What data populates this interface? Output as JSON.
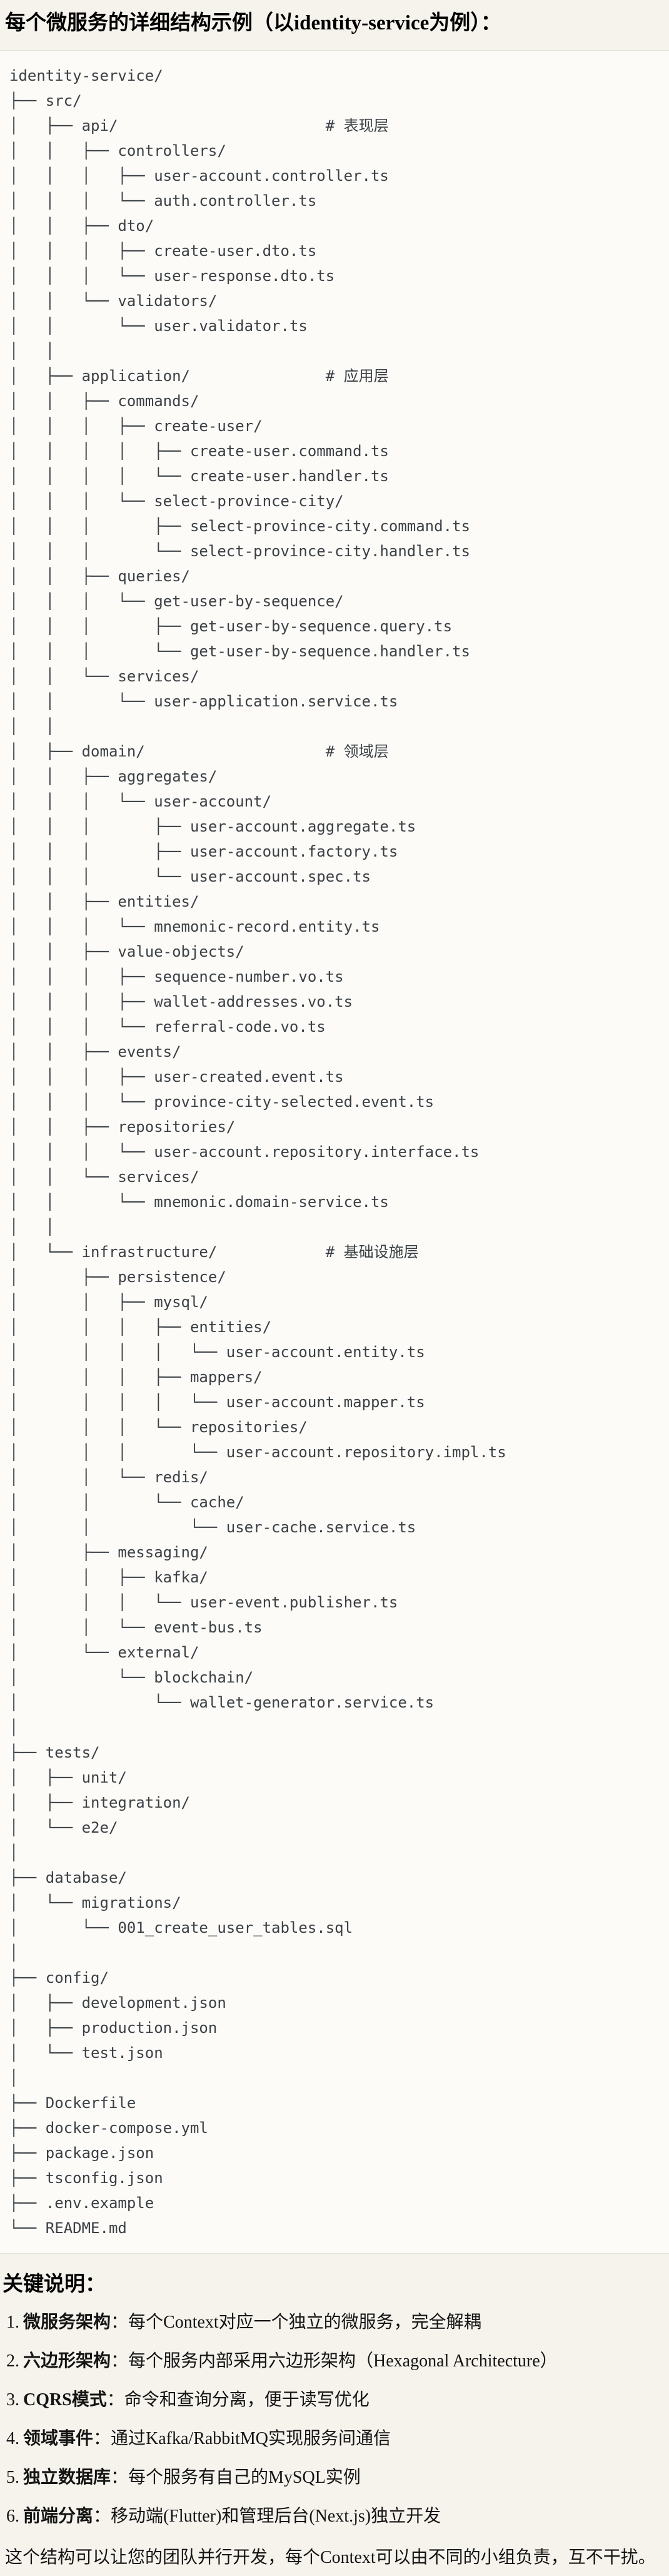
{
  "page": {
    "title": "每个微服务的详细结构示例（以identity-service为例）：",
    "colors": {
      "page_bg": "#f6f3ed",
      "code_bg": "#fcfbf8",
      "code_border": "#e0ded7",
      "code_text": "#3b4045",
      "text": "#141414"
    }
  },
  "tree": {
    "lines": [
      "identity-service/",
      "├── src/",
      "│   ├── api/                       # 表现层",
      "│   │   ├── controllers/",
      "│   │   │   ├── user-account.controller.ts",
      "│   │   │   └── auth.controller.ts",
      "│   │   ├── dto/",
      "│   │   │   ├── create-user.dto.ts",
      "│   │   │   └── user-response.dto.ts",
      "│   │   └── validators/",
      "│   │       └── user.validator.ts",
      "│   │",
      "│   ├── application/               # 应用层",
      "│   │   ├── commands/",
      "│   │   │   ├── create-user/",
      "│   │   │   │   ├── create-user.command.ts",
      "│   │   │   │   └── create-user.handler.ts",
      "│   │   │   └── select-province-city/",
      "│   │   │       ├── select-province-city.command.ts",
      "│   │   │       └── select-province-city.handler.ts",
      "│   │   ├── queries/",
      "│   │   │   └── get-user-by-sequence/",
      "│   │   │       ├── get-user-by-sequence.query.ts",
      "│   │   │       └── get-user-by-sequence.handler.ts",
      "│   │   └── services/",
      "│   │       └── user-application.service.ts",
      "│   │",
      "│   ├── domain/                    # 领域层",
      "│   │   ├── aggregates/",
      "│   │   │   └── user-account/",
      "│   │   │       ├── user-account.aggregate.ts",
      "│   │   │       ├── user-account.factory.ts",
      "│   │   │       └── user-account.spec.ts",
      "│   │   ├── entities/",
      "│   │   │   └── mnemonic-record.entity.ts",
      "│   │   ├── value-objects/",
      "│   │   │   ├── sequence-number.vo.ts",
      "│   │   │   ├── wallet-addresses.vo.ts",
      "│   │   │   └── referral-code.vo.ts",
      "│   │   ├── events/",
      "│   │   │   ├── user-created.event.ts",
      "│   │   │   └── province-city-selected.event.ts",
      "│   │   ├── repositories/",
      "│   │   │   └── user-account.repository.interface.ts",
      "│   │   └── services/",
      "│   │       └── mnemonic.domain-service.ts",
      "│   │",
      "│   └── infrastructure/            # 基础设施层",
      "│       ├── persistence/",
      "│       │   ├── mysql/",
      "│       │   │   ├── entities/",
      "│       │   │   │   └── user-account.entity.ts",
      "│       │   │   ├── mappers/",
      "│       │   │   │   └── user-account.mapper.ts",
      "│       │   │   └── repositories/",
      "│       │   │       └── user-account.repository.impl.ts",
      "│       │   └── redis/",
      "│       │       └── cache/",
      "│       │           └── user-cache.service.ts",
      "│       ├── messaging/",
      "│       │   ├── kafka/",
      "│       │   │   └── user-event.publisher.ts",
      "│       │   └── event-bus.ts",
      "│       └── external/",
      "│           └── blockchain/",
      "│               └── wallet-generator.service.ts",
      "│",
      "├── tests/",
      "│   ├── unit/",
      "│   ├── integration/",
      "│   └── e2e/",
      "│",
      "├── database/",
      "│   └── migrations/",
      "│       └── 001_create_user_tables.sql",
      "│",
      "├── config/",
      "│   ├── development.json",
      "│   ├── production.json",
      "│   └── test.json",
      "│",
      "├── Dockerfile",
      "├── docker-compose.yml",
      "├── package.json",
      "├── tsconfig.json",
      "├── .env.example",
      "└── README.md"
    ]
  },
  "notes": {
    "heading": "关键说明：",
    "items": [
      {
        "num": "1.",
        "label": "微服务架构",
        "text": "：每个Context对应一个独立的微服务，完全解耦"
      },
      {
        "num": "2.",
        "label": "六边形架构",
        "text": "：每个服务内部采用六边形架构（Hexagonal Architecture）"
      },
      {
        "num": "3.",
        "label": "CQRS模式",
        "text": "：命令和查询分离，便于读写优化"
      },
      {
        "num": "4.",
        "label": "领域事件",
        "text": "：通过Kafka/RabbitMQ实现服务间通信"
      },
      {
        "num": "5.",
        "label": "独立数据库",
        "text": "：每个服务有自己的MySQL实例"
      },
      {
        "num": "6.",
        "label": "前端分离",
        "text": "：移动端(Flutter)和管理后台(Next.js)独立开发"
      }
    ],
    "closing": "这个结构可以让您的团队并行开发，每个Context可以由不同的小组负责，互不干扰。"
  }
}
